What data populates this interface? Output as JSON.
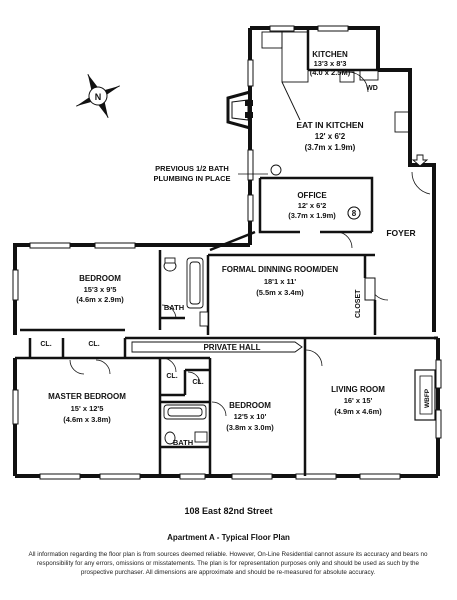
{
  "rooms": {
    "kitchen": {
      "name": "KITCHEN",
      "dims": "13'3 x 8'3",
      "metric": "(4.0 x 2.5M)"
    },
    "wd": {
      "name": "WD"
    },
    "eat_in_kitchen": {
      "name": "EAT IN KITCHEN",
      "dims": "12' x 6'2",
      "metric": "(3.7m x 1.9m)"
    },
    "office": {
      "name": "OFFICE",
      "dims": "12' x 6'2",
      "metric": "(3.7m x 1.9m)"
    },
    "foyer": {
      "name": "FOYER"
    },
    "dining": {
      "name": "FORMAL DINNING ROOM/DEN",
      "dims": "18'1 x 11'",
      "metric": "(5.5m x 3.4m)"
    },
    "closet": {
      "name": "CLOSET"
    },
    "bedroom1": {
      "name": "BEDROOM",
      "dims": "15'3 x 9'5",
      "metric": "(4.6m x 2.9m)"
    },
    "bath1": {
      "name": "BATH"
    },
    "private_hall": {
      "name": "PRIVATE HALL"
    },
    "cl_a": {
      "name": "CL."
    },
    "cl_b": {
      "name": "CL."
    },
    "cl_c": {
      "name": "CL."
    },
    "cl_d": {
      "name": "CL."
    },
    "master": {
      "name": "MASTER BEDROOM",
      "dims": "15' x 12'5",
      "metric": "(4.6m x 3.8m)"
    },
    "bedroom2": {
      "name": "BEDROOM",
      "dims": "12'5 x 10'",
      "metric": "(3.8m x 3.0m)"
    },
    "bath2": {
      "name": "BATH"
    },
    "living": {
      "name": "LIVING ROOM",
      "dims": "16' x 15'",
      "metric": "(4.9m x 4.6m)"
    },
    "wbfp": {
      "name": "WBFP"
    }
  },
  "annotations": {
    "plumbing_line1": "PREVIOUS 1/2 BATH",
    "plumbing_line2": "PLUMBING IN PLACE",
    "marker": "8",
    "compass": "N"
  },
  "footer": {
    "address": "108 East 82nd Street",
    "apartment": "Apartment A - Typical Floor Plan",
    "disclaimer": "All information regarding the floor plan is from sources deemed reliable.  However, On-Line Residential cannot assure its accuracy and bears no responsibility for any errors, omissions or misstatements.  The plan is for representation purposes only and should be used as such by the prospective purchaser.  All dimensions are approximate and should be re-measured for absolute accuracy."
  }
}
